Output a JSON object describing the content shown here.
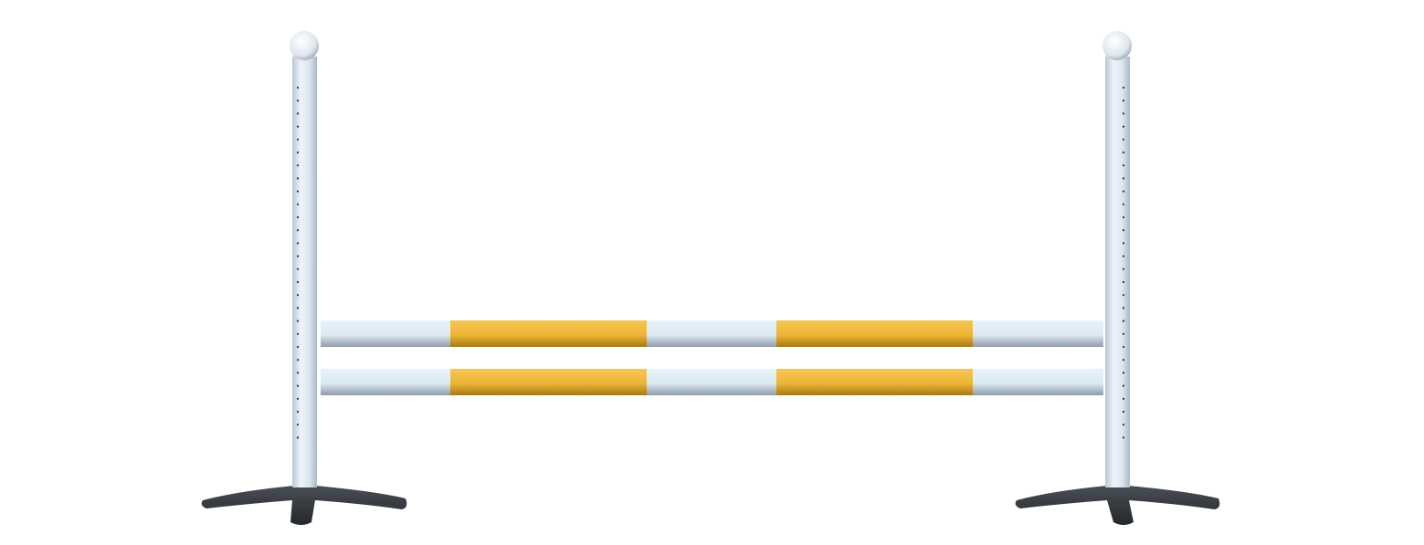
{
  "colors": {
    "background": "#ffffff",
    "post": "#dfe8f0",
    "rail_white": "#e3f1fb",
    "rail_yellow": "#f2bd3c",
    "base": "#33363b"
  },
  "rails": [
    {
      "segments": [
        "white",
        "yellow",
        "white",
        "yellow",
        "white"
      ]
    },
    {
      "segments": [
        "white",
        "yellow",
        "white",
        "yellow",
        "white"
      ]
    }
  ]
}
